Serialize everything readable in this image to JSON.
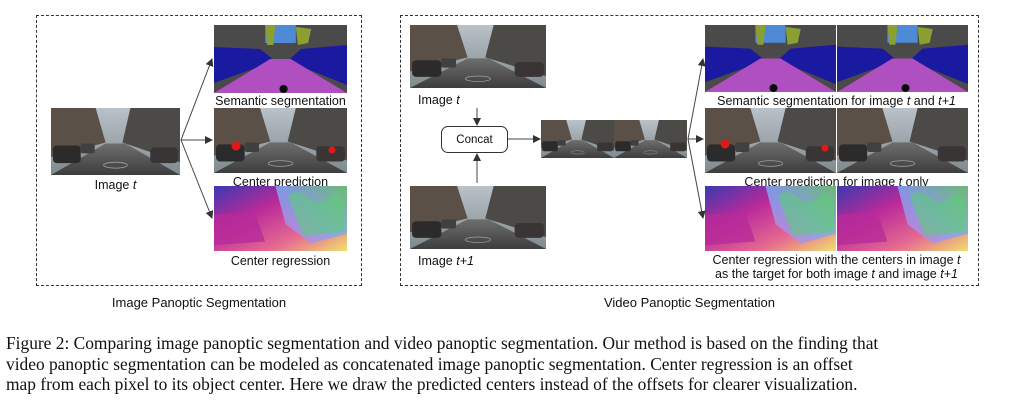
{
  "left_panel": {
    "title": "Image Panoptic Segmentation",
    "input_label": "Image t",
    "outputs": [
      "Semantic segmentation",
      "Center prediction",
      "Center regression"
    ]
  },
  "right_panel": {
    "title": "Video Panoptic Segmentation",
    "input_labels": [
      "Image t",
      "Image t+1"
    ],
    "concat_label": "Concat",
    "outputs": [
      "Semantic segmentation for image t and t+1",
      "Center prediction for image t only",
      "Center regression with the centers in image t",
      "as the target for both image t and image t+1"
    ]
  },
  "caption": {
    "lines": [
      "Figure 2: Comparing image panoptic segmentation and video panoptic segmentation. Our method is based on the finding that",
      "video panoptic segmentation can be modeled as concatenated image panoptic segmentation. Center regression is an offset",
      "map from each pixel to its object center. Here we draw the predicted centers instead of the offsets for clearer visualization."
    ]
  },
  "icons": [
    "street-photo",
    "semantic-map",
    "center-heatmap",
    "offset-map"
  ],
  "colors": {
    "semantic_road": "#b04fc0",
    "semantic_car": "#1a1aa0",
    "semantic_sky": "#4f8ad6",
    "semantic_vegetation": "#8aa030",
    "semantic_building": "#4a4a4a",
    "center_dot": "#e01818",
    "regression_magenta": "#b82a9a",
    "regression_green": "#5ad070",
    "regression_blue": "#3a3ab0"
  }
}
